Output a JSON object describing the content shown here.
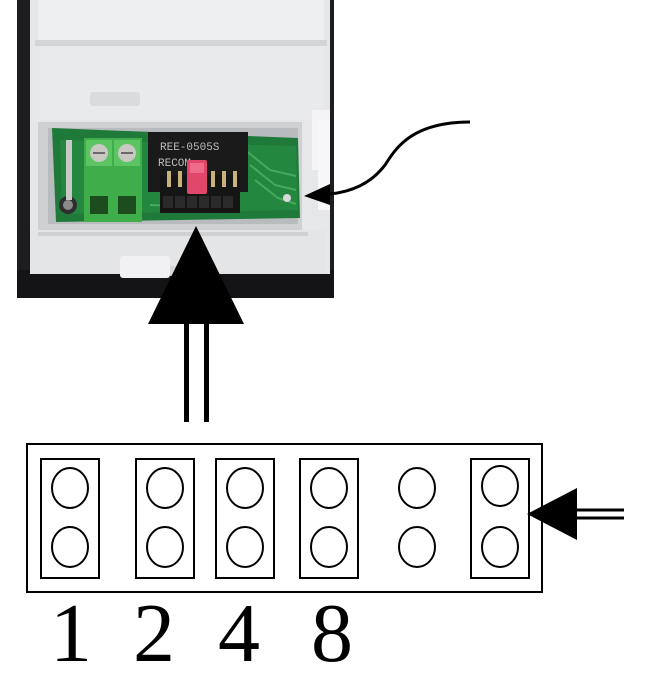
{
  "photo": {
    "description_icon": "din-rail-module-photo",
    "board_text_1": "REE-0505S",
    "board_text_2": "RECOM"
  },
  "jumper_diagram": {
    "columns": [
      {
        "id": "col-1",
        "jumpered": true
      },
      {
        "id": "col-2",
        "jumpered": true
      },
      {
        "id": "col-3",
        "jumpered": true
      },
      {
        "id": "col-4",
        "jumpered": true
      },
      {
        "id": "col-5",
        "jumpered": false
      },
      {
        "id": "col-6",
        "jumpered": true
      }
    ],
    "labels": [
      "1",
      "2",
      "4",
      "8"
    ]
  },
  "arrows": {
    "up_arrow_icon": "up-arrow-icon",
    "left_arrow_icon": "left-arrow-icon",
    "curved_arrow_icon": "curved-arrow-icon"
  }
}
